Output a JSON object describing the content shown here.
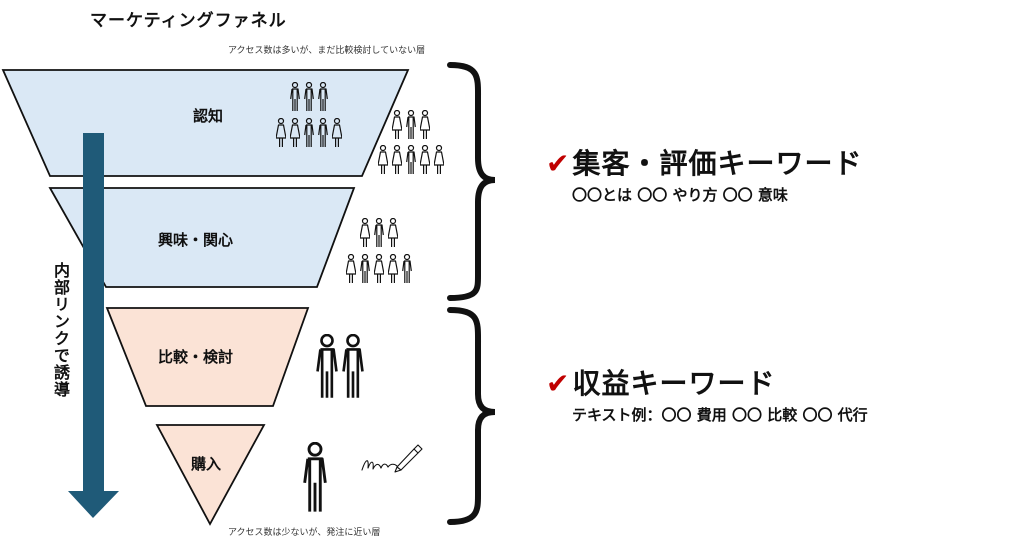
{
  "title": "マーケティングファネル",
  "note_top": "アクセス数は多いが、まだ比較検討していない層",
  "note_bottom": "アクセス数は少ないが、発注に近い層",
  "arrow_label": "内部リンクで誘導",
  "stages": [
    {
      "label": "認知",
      "color": "#dae8f5"
    },
    {
      "label": "興味・関心",
      "color": "#dae8f5"
    },
    {
      "label": "比較・検討",
      "color": "#fbe3d6"
    },
    {
      "label": "購入",
      "color": "#fbe3d6"
    }
  ],
  "keyword_groups": [
    {
      "check": "✔",
      "heading": "集客・評価キーワード",
      "examples": "〇〇とは 〇〇 やり方 〇〇 意味"
    },
    {
      "check": "✔",
      "heading": "収益キーワード",
      "examples": "テキスト例：〇〇  費用 〇〇  比較 〇〇  代行"
    }
  ],
  "colors": {
    "arrow": "#1f5a78",
    "check": "#c00000",
    "funnel_stroke": "#111111"
  },
  "icons": [
    "people-crowd-icon",
    "person-pair-icon",
    "person-icon",
    "pen-signature-icon"
  ]
}
